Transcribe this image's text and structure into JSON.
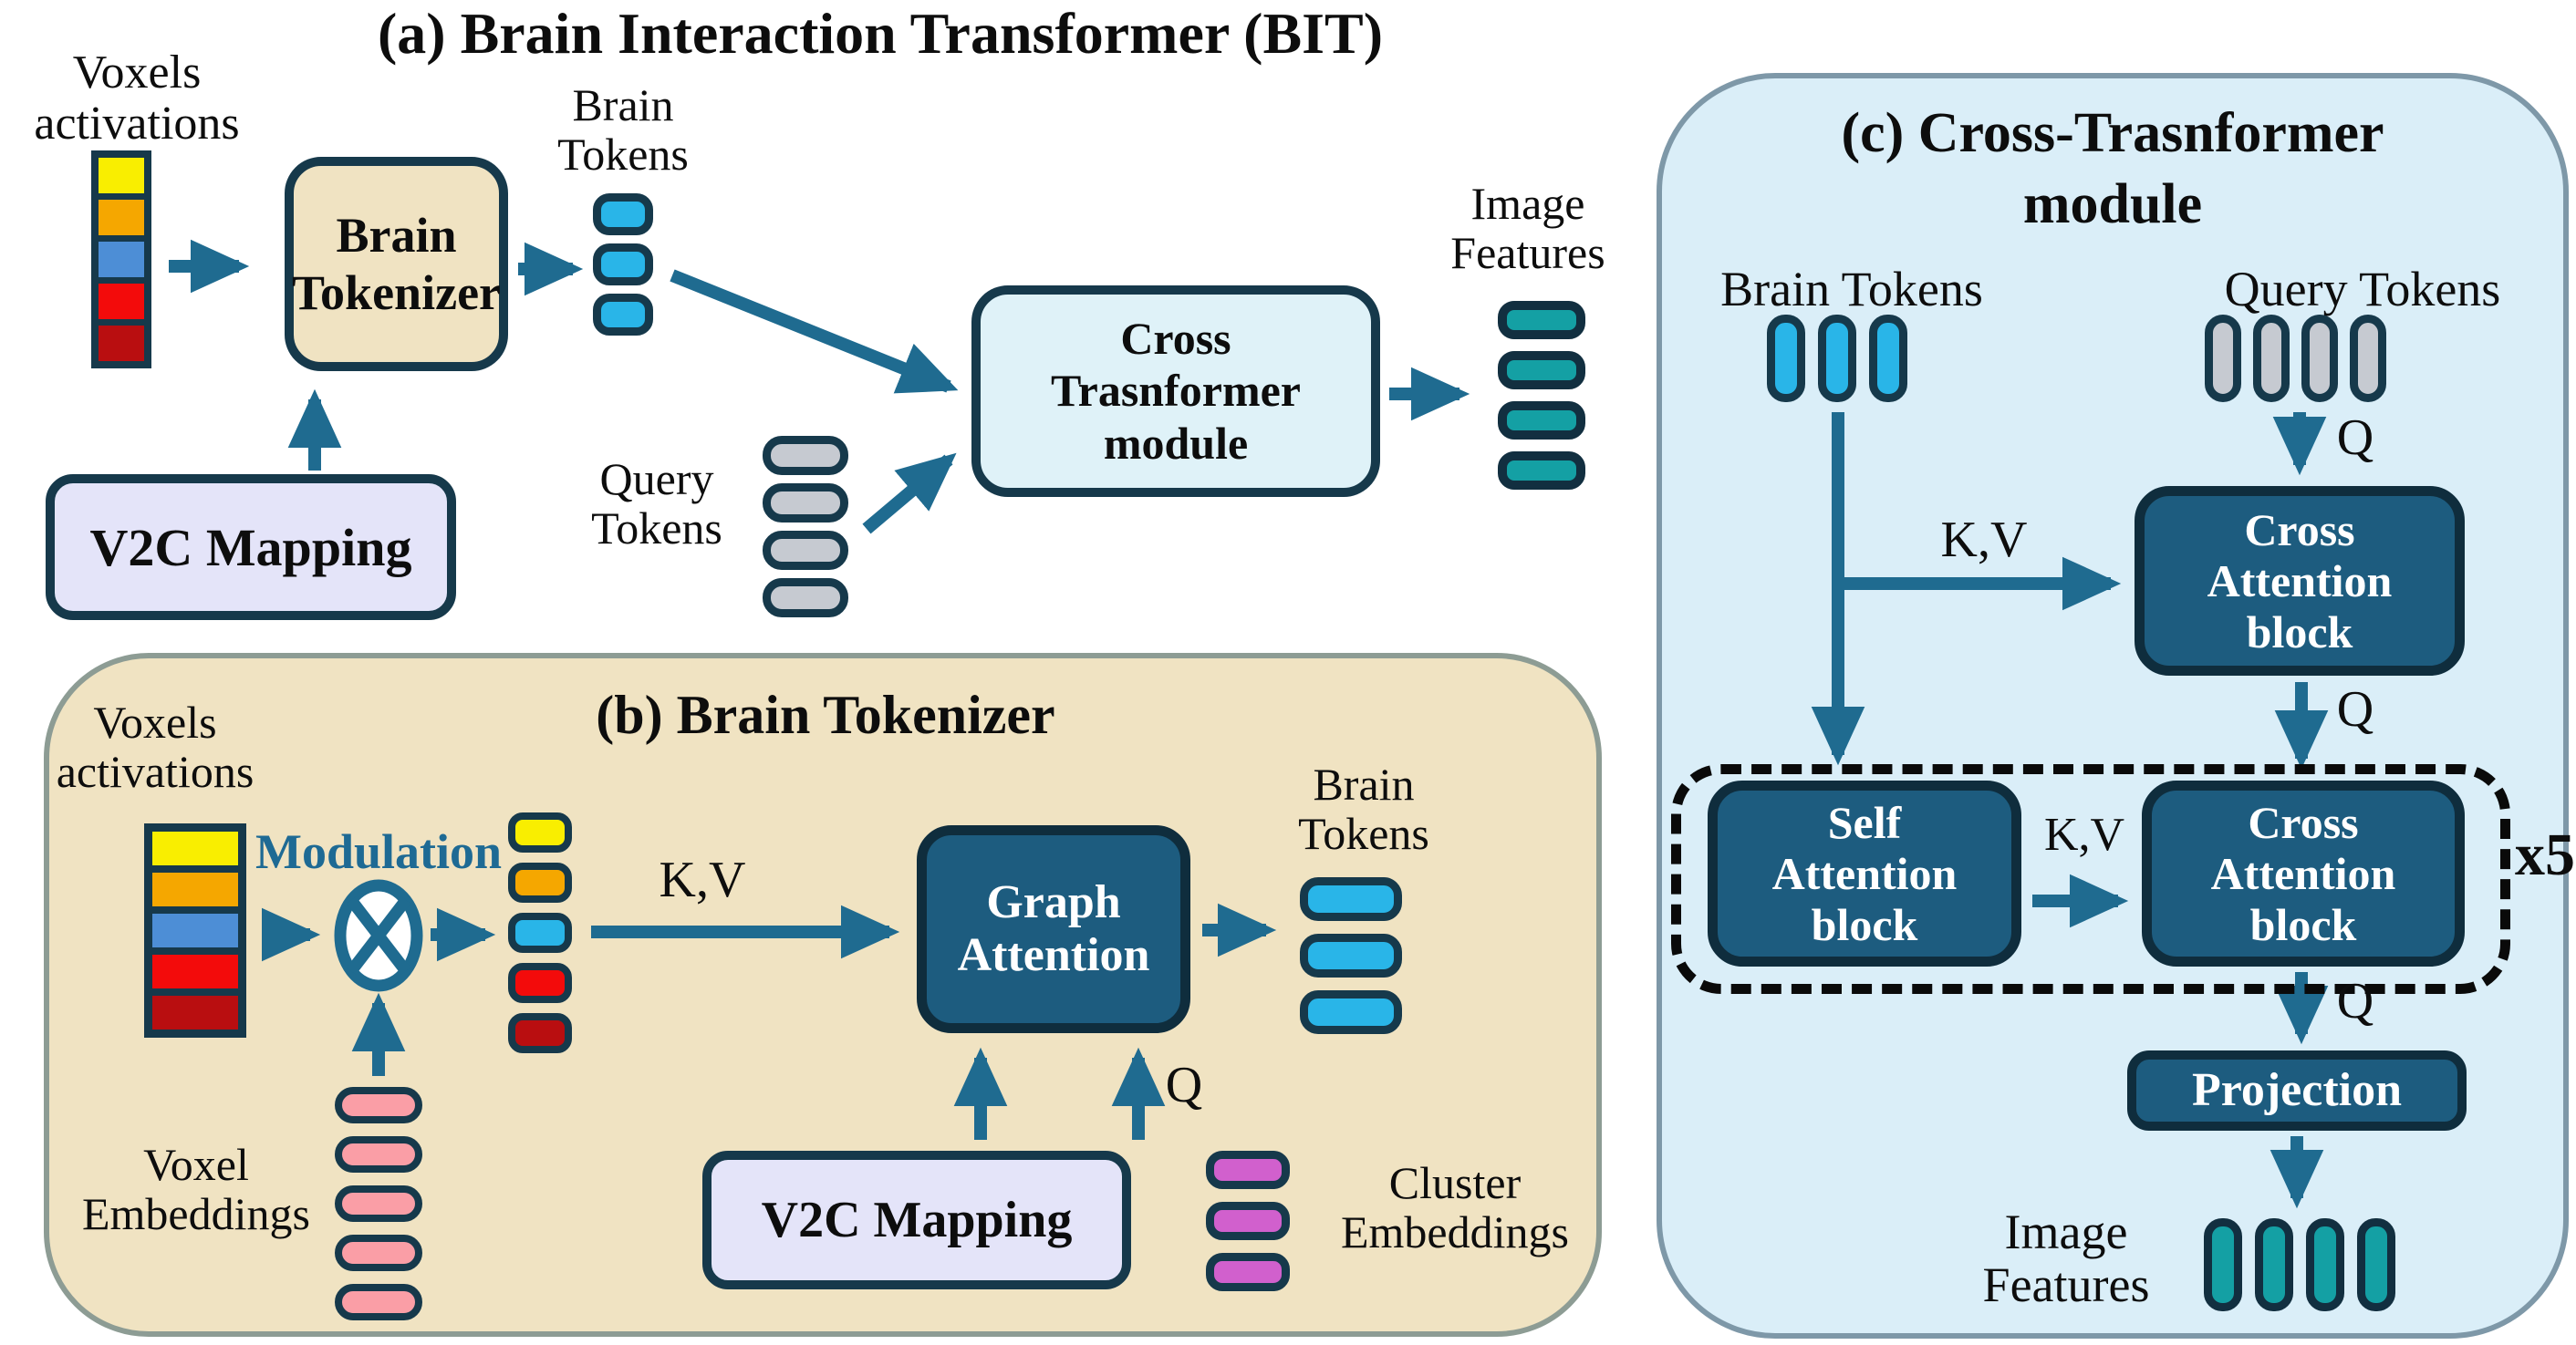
{
  "colors": {
    "navy": "#16394b",
    "arrow": "#1f6b90",
    "darkbox": "#1d5c7f",
    "darkboxborder": "#0f2d3d",
    "tan": "#f0e3c2",
    "tanborder": "#8d9c94",
    "panelc": "#daeef8",
    "panelcborder": "#7e98a8",
    "modulefill": "#dff2f8",
    "lavender": "#e4e4f9",
    "modtext": "#1e6a94",
    "cyan_token": "#29b5e8",
    "gray_token": "#c6cad1",
    "teal_token": "#14a0a4",
    "pink_token": "#fa9ea6",
    "magenta_token": "#d160cd"
  },
  "panel_a": {
    "title": "(a) Brain Interaction Transformer (BIT)",
    "voxels_label": [
      "Voxels",
      "activations"
    ],
    "voxel_stack": [
      "#f9ee00",
      "#f5a700",
      "#4d8ed6",
      "#f30b0b",
      "#b90e10"
    ],
    "brain_tokenizer": [
      "Brain",
      "Tokenizer"
    ],
    "v2c_mapping": "V2C Mapping",
    "brain_tokens_label": [
      "Brain",
      "Tokens"
    ],
    "brain_tokens": [
      "#29b5e8",
      "#29b5e8",
      "#29b5e8"
    ],
    "query_tokens_label": [
      "Query",
      "Tokens"
    ],
    "query_tokens": [
      "#c6cad1",
      "#c6cad1",
      "#c6cad1",
      "#c6cad1"
    ],
    "cross_module": [
      "Cross",
      "Trasnformer",
      "module"
    ],
    "image_features_label": [
      "Image",
      "Features"
    ],
    "image_features": [
      "#14a0a4",
      "#14a0a4",
      "#14a0a4",
      "#14a0a4"
    ]
  },
  "panel_b": {
    "title": "(b) Brain Tokenizer",
    "voxels_label": [
      "Voxels",
      "activations"
    ],
    "voxel_stack": [
      "#f9ee00",
      "#f5a700",
      "#4d8ed6",
      "#f30b0b",
      "#b90e10"
    ],
    "modulation_label": "Modulation",
    "modulated_tokens": [
      "#f9ee00",
      "#f5a700",
      "#29b5e8",
      "#f30b0b",
      "#b90e10"
    ],
    "kv_label": "K,V",
    "q_label": "Q",
    "graph_attention": [
      "Graph",
      "Attention"
    ],
    "v2c_mapping": "V2C Mapping",
    "voxel_embeddings_label": [
      "Voxel",
      "Embeddings"
    ],
    "voxel_embeddings": [
      "#fa9ea6",
      "#fa9ea6",
      "#fa9ea6",
      "#fa9ea6",
      "#fa9ea6"
    ],
    "cluster_embeddings_label": [
      "Cluster",
      "Embeddings"
    ],
    "cluster_embeddings": [
      "#d160cd",
      "#d160cd",
      "#d160cd"
    ],
    "brain_tokens_label": [
      "Brain",
      "Tokens"
    ],
    "brain_tokens": [
      "#29b5e8",
      "#29b5e8",
      "#29b5e8"
    ]
  },
  "panel_c": {
    "title": [
      "(c) Cross-Trasnformer",
      "module"
    ],
    "brain_tokens_label": "Brain Tokens",
    "query_tokens_label": "Query Tokens",
    "brain_tokens": [
      "#29b5e8",
      "#29b5e8",
      "#29b5e8"
    ],
    "query_tokens": [
      "#c6cad1",
      "#c6cad1",
      "#c6cad1",
      "#c6cad1"
    ],
    "q_label_query": "Q",
    "kv_label_branch": "K,V",
    "cross_attention_top": [
      "Cross",
      "Attention",
      "block"
    ],
    "q_label_top": "Q",
    "self_attention": [
      "Self",
      "Attention",
      "block"
    ],
    "kv_label_mid": "K,V",
    "cross_attention_bottom": [
      "Cross",
      "Attention",
      "block"
    ],
    "repeat_label": "x5",
    "q_label_bottom": "Q",
    "projection": "Projection",
    "image_features_label": [
      "Image",
      "Features"
    ],
    "image_features": [
      "#14a0a4",
      "#14a0a4",
      "#14a0a4",
      "#14a0a4"
    ]
  }
}
